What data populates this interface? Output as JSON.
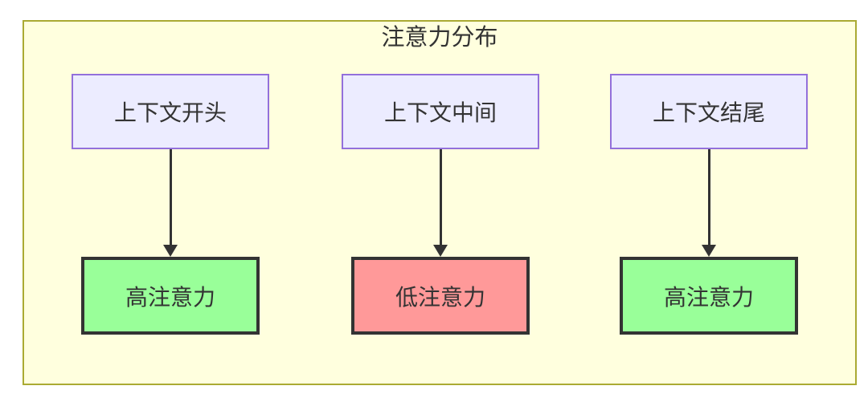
{
  "diagram": {
    "title": "注意力分布",
    "columns": [
      {
        "source": "上下文开头",
        "result": "高注意力",
        "attention": "high"
      },
      {
        "source": "上下文中间",
        "result": "低注意力",
        "attention": "low"
      },
      {
        "source": "上下文结尾",
        "result": "高注意力",
        "attention": "high"
      }
    ],
    "colors": {
      "page_background": "#ffffff",
      "container_fill": "#ffffde",
      "container_border": "#aaaa33",
      "source_node_fill": "#ececff",
      "source_node_border": "#9370db",
      "high_attention_fill": "#99ff99",
      "low_attention_fill": "#ff9999",
      "result_node_border": "#333333",
      "arrow_color": "#333333",
      "text_color": "#333333"
    }
  }
}
